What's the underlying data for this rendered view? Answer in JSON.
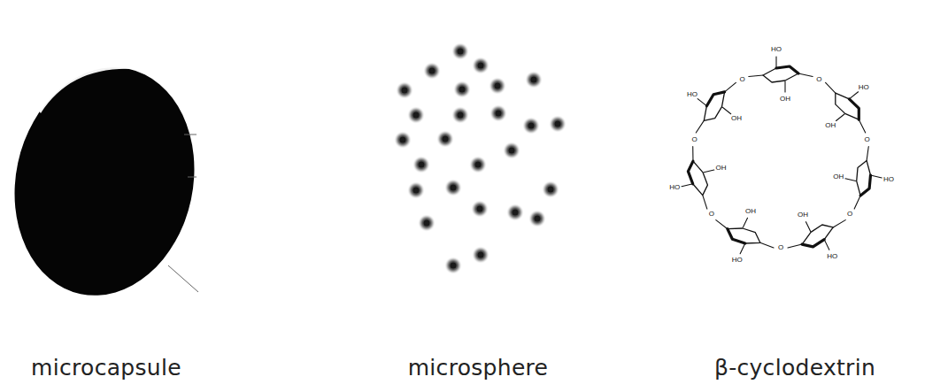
{
  "diagram": {
    "labels": [
      "microcapsule",
      "microsphere",
      "β-cyclodextrin",
      "HO",
      "HO",
      "HO",
      "HO",
      "HO",
      "HO",
      "HO",
      "OH",
      "OH",
      "OH",
      "OH",
      "OH",
      "OH",
      "OH",
      "O",
      "O",
      "O",
      "O",
      "O",
      "O",
      "O"
    ]
  }
}
